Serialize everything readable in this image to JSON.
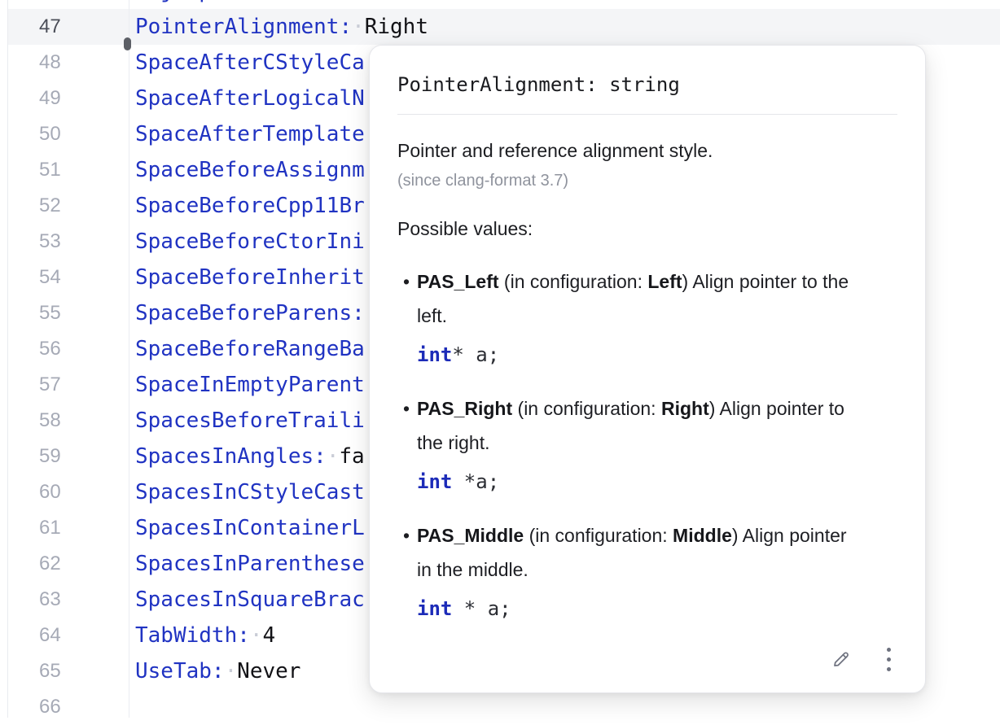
{
  "colors": {
    "yaml_key_blue": "#2033c2",
    "value_text": "#121216",
    "keyword_blue": "#1c2bb8",
    "caret_row_bg": "#f4f5f7",
    "line_number": "#a6aab6",
    "active_line_number": "#4b4e58",
    "popup_secondary_gray": "#8f939d",
    "icon_gray": "#6d717e"
  },
  "editor": {
    "partial_top_line": "ObjCSpaceBeforeProtocolList:",
    "lines": [
      {
        "num": "47",
        "key": "PointerAlignment:",
        "value": "Right",
        "active": true
      },
      {
        "num": "48",
        "key": "SpaceAfterCStyleCa",
        "value": "",
        "active": false
      },
      {
        "num": "49",
        "key": "SpaceAfterLogicalN",
        "value": "",
        "active": false
      },
      {
        "num": "50",
        "key": "SpaceAfterTemplate",
        "value": "",
        "active": false
      },
      {
        "num": "51",
        "key": "SpaceBeforeAssignm",
        "value": "",
        "active": false
      },
      {
        "num": "52",
        "key": "SpaceBeforeCpp11Br",
        "value": "",
        "active": false
      },
      {
        "num": "53",
        "key": "SpaceBeforeCtorIni",
        "value": "",
        "active": false
      },
      {
        "num": "54",
        "key": "SpaceBeforeInherit",
        "value": "",
        "active": false
      },
      {
        "num": "55",
        "key": "SpaceBeforeParens:",
        "value": "",
        "active": false
      },
      {
        "num": "56",
        "key": "SpaceBeforeRangeBa",
        "value": "",
        "active": false
      },
      {
        "num": "57",
        "key": "SpaceInEmptyParent",
        "value": "",
        "active": false
      },
      {
        "num": "58",
        "key": "SpacesBeforeTraili",
        "value": "",
        "active": false
      },
      {
        "num": "59",
        "key": "SpacesInAngles:",
        "value": "fa",
        "active": false
      },
      {
        "num": "60",
        "key": "SpacesInCStyleCast",
        "value": "",
        "active": false
      },
      {
        "num": "61",
        "key": "SpacesInContainerL",
        "value": "",
        "active": false
      },
      {
        "num": "62",
        "key": "SpacesInParenthese",
        "value": "",
        "active": false
      },
      {
        "num": "63",
        "key": "SpacesInSquareBrac",
        "value": "",
        "active": false
      },
      {
        "num": "64",
        "key": "TabWidth:",
        "value": "4",
        "active": false
      },
      {
        "num": "65",
        "key": "UseTab:",
        "value": "Never",
        "active": false
      },
      {
        "num": "66",
        "key": "",
        "value": "",
        "active": false
      }
    ]
  },
  "popup": {
    "title": "PointerAlignment: string",
    "description": "Pointer and reference alignment style.",
    "since": "(since clang-format 3.7)",
    "possible_values_label": "Possible values:",
    "values": [
      {
        "name": "PAS_Left",
        "mid": " (in configuration: ",
        "config": "Left",
        "tail": ") Align pointer to the left.",
        "code_keyword": "int",
        "code_rest": "* a;"
      },
      {
        "name": "PAS_Right",
        "mid": " (in configuration: ",
        "config": "Right",
        "tail": ") Align pointer to the right.",
        "code_keyword": "int",
        "code_rest": " *a;"
      },
      {
        "name": "PAS_Middle",
        "mid": " (in configuration: ",
        "config": "Middle",
        "tail": ") Align pointer in the middle.",
        "code_keyword": "int",
        "code_rest": " * a;"
      }
    ],
    "icons": {
      "edit": "pencil-icon",
      "more": "kebab-menu-icon"
    }
  }
}
